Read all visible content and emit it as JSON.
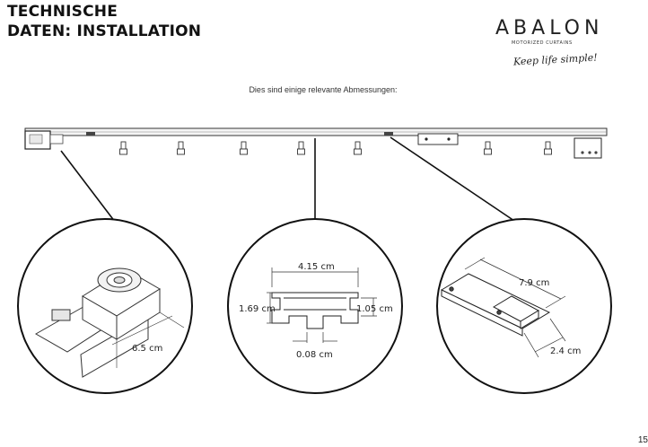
{
  "title_line1": "TECHNISCHE",
  "title_line2": "DATEN: INSTALLATION",
  "brand": {
    "name": "ABALON",
    "subtitle": "MOTORIZED CURTAINS",
    "tagline": "Keep life simple!"
  },
  "intro": "Dies sind einige relevante Abmessungen:",
  "dimensions": {
    "motor_width": "6.5 cm",
    "profile_width": "4.15 cm",
    "profile_height_total": "1.69 cm",
    "profile_height_inner": "1.05 cm",
    "slot_width": "0.08 cm",
    "bracket_length": "7.9 cm",
    "bracket_width": "2.4 cm"
  },
  "page_number": "15"
}
